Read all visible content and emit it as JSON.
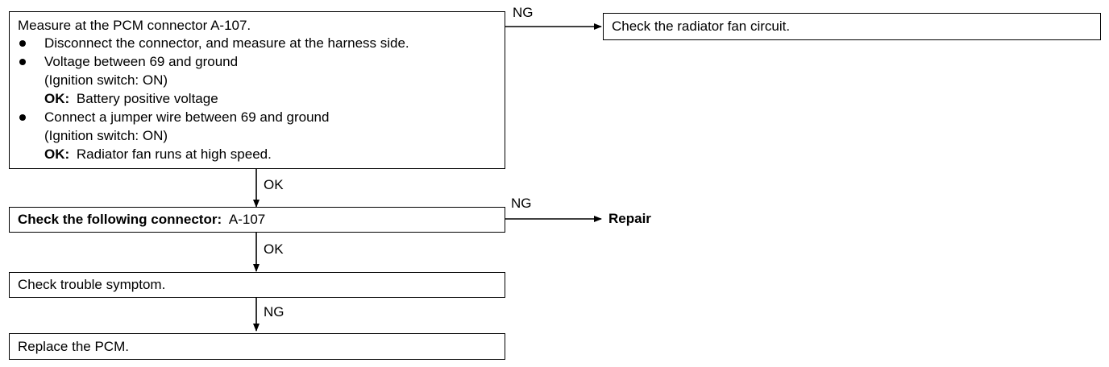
{
  "box1": {
    "title": "Measure at the PCM connector A-107.",
    "bullet1": "Disconnect the connector, and measure at the harness side.",
    "bullet2": "Voltage between 69 and ground",
    "bullet2_cond": "(Ignition switch: ON)",
    "bullet2_ok_label": "OK:",
    "bullet2_ok_text": "Battery positive voltage",
    "bullet3": "Connect a jumper wire between 69 and ground",
    "bullet3_cond": "(Ignition switch: ON)",
    "bullet3_ok_label": "OK:",
    "bullet3_ok_text": "Radiator fan runs at high speed."
  },
  "box_ng1": {
    "text": "Check the radiator fan circuit."
  },
  "box2": {
    "bold_text": "Check the following connector:",
    "text": "A-107"
  },
  "box3": {
    "text": "Check trouble symptom."
  },
  "box4": {
    "text": "Replace the PCM."
  },
  "repair": "Repair",
  "labels": {
    "ng_top": "NG",
    "ok_1": "OK",
    "ng_mid": "NG",
    "ok_2": "OK",
    "ng_bottom": "NG"
  }
}
